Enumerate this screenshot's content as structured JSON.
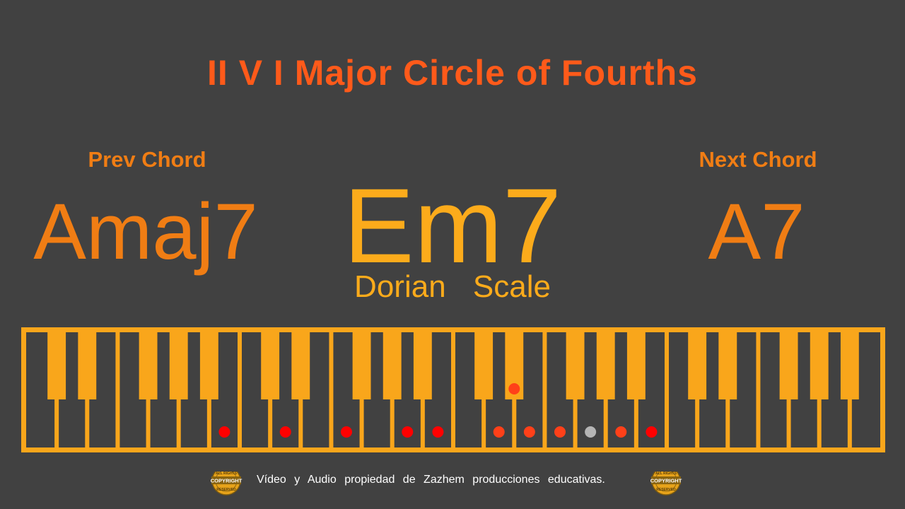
{
  "colors": {
    "background": "#414141",
    "title": "#ff5a1a",
    "side": "#f07d14",
    "main": "#fcab1b",
    "keys": "#f9a61b",
    "note_red": "#ff0000",
    "note_orange": "#ff4019",
    "note_grey": "#b5b5b5",
    "footer_text": "#ffffff",
    "badge": "#e6a21a"
  },
  "title": "II V I Major Circle of Fourths",
  "prev": {
    "label": "Prev Chord",
    "chord": "Amaj7"
  },
  "next": {
    "label": "Next Chord",
    "chord": "A7"
  },
  "current": {
    "chord": "Em7",
    "scale": "Dorian   Scale"
  },
  "keyboard": {
    "white_key_count": 28,
    "black_key_pattern": "C D _ F G A _",
    "highlighted_white_keys": [
      6,
      8,
      10,
      12,
      13,
      15,
      16,
      17,
      18,
      19,
      20
    ],
    "highlighted_black_keys": [
      15
    ],
    "note_colors_white": [
      "red",
      "red",
      "red",
      "red",
      "red",
      "orange",
      "orange",
      "orange",
      "grey",
      "orange",
      "red"
    ]
  },
  "footer": {
    "text": "Vídeo y Audio propiedad de Zazhem producciones educativas.",
    "badge_top": "ALL RIGHTS",
    "badge_label": "COPYRIGHT",
    "badge_bottom": "RESERVED"
  }
}
